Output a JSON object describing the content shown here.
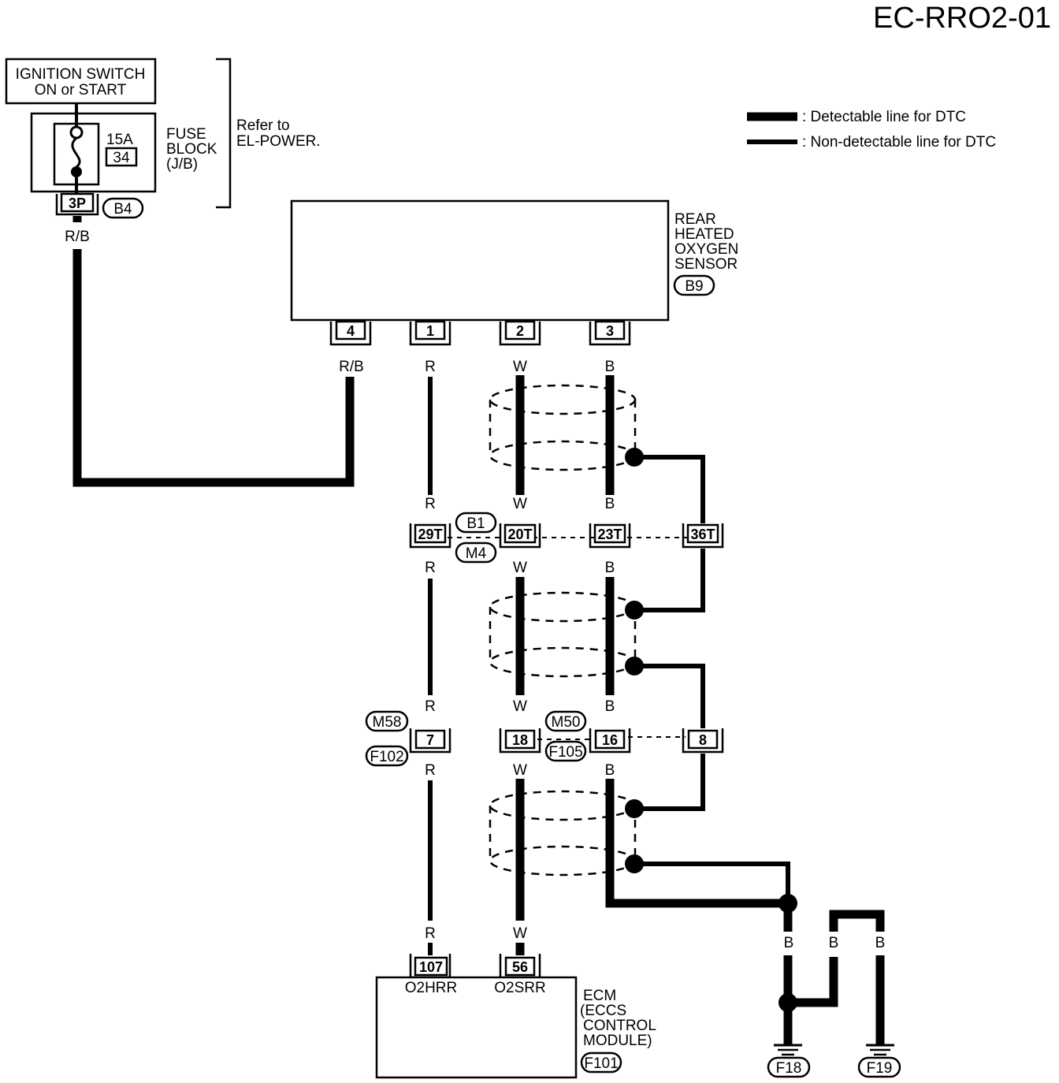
{
  "title": "EC-RRO2-01",
  "legend": {
    "detectable": ": Detectable line for DTC",
    "nondetectable": ": Non-detectable line for DTC"
  },
  "ignition": {
    "line1": "IGNITION SWITCH",
    "line2": "ON or START"
  },
  "fuse": {
    "amps": "15A",
    "number": "34",
    "block_line1": "FUSE",
    "block_line2": "BLOCK",
    "block_line3": "(J/B)",
    "connector": "3P",
    "connector_id": "B4",
    "refer_line1": "Refer to",
    "refer_line2": "EL-POWER."
  },
  "sensor": {
    "line1": "REAR",
    "line2": "HEATED",
    "line3": "OXYGEN",
    "line4": "SENSOR",
    "connector_id": "B9",
    "pins": [
      "4",
      "1",
      "2",
      "3"
    ]
  },
  "wires": {
    "rb": "R/B",
    "r": "R",
    "w": "W",
    "b": "B"
  },
  "junction1": {
    "pins": [
      "29T",
      "20T",
      "23T",
      "36T"
    ],
    "id_top": "B1",
    "id_bottom": "M4"
  },
  "junction2": {
    "pins": [
      "7",
      "18",
      "16",
      "8"
    ],
    "id_left_top": "M58",
    "id_left_bottom": "F102",
    "id_top": "M50",
    "id_bottom": "F105"
  },
  "ecm": {
    "pins": [
      "107",
      "56"
    ],
    "pin_labels": [
      "O2HRR",
      "O2SRR"
    ],
    "line1": "ECM",
    "line2": "(ECCS",
    "line3": "CONTROL",
    "line4": "MODULE)",
    "connector_id": "F101"
  },
  "grounds": [
    "F18",
    "F19"
  ]
}
